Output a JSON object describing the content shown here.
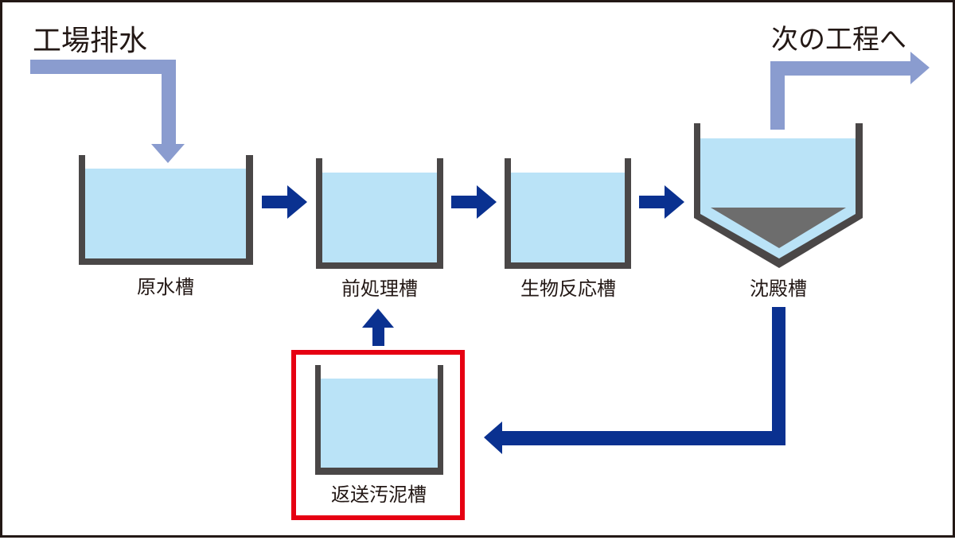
{
  "title": "排水処理フロー",
  "colors": {
    "inflow_outflow_arrow": "#8a9ccf",
    "process_arrow": "#0a3190",
    "tank_wall": "#4a4747",
    "water": "#bae3f7",
    "sludge": "#6d6d6d",
    "highlight_box": "#e60012",
    "text": "#231815",
    "frame": "#231815"
  },
  "labels": {
    "inflow": "工場排水",
    "outflow": "次の工程へ"
  },
  "tanks": [
    {
      "id": "raw-water-tank",
      "label": "原水槽"
    },
    {
      "id": "pretreatment-tank",
      "label": "前処理槽"
    },
    {
      "id": "bioreactor-tank",
      "label": "生物反応槽"
    },
    {
      "id": "sedimentation-tank",
      "label": "沈殿槽"
    },
    {
      "id": "return-sludge-tank",
      "label": "返送汚泥槽",
      "highlighted": true
    }
  ],
  "flows": [
    {
      "from": "工場排水",
      "to": "原水槽",
      "style": "light"
    },
    {
      "from": "原水槽",
      "to": "前処理槽",
      "style": "dark"
    },
    {
      "from": "前処理槽",
      "to": "生物反応槽",
      "style": "dark"
    },
    {
      "from": "生物反応槽",
      "to": "沈殿槽",
      "style": "dark"
    },
    {
      "from": "沈殿槽",
      "to": "次の工程へ",
      "style": "light"
    },
    {
      "from": "沈殿槽",
      "to": "返送汚泥槽",
      "style": "dark"
    },
    {
      "from": "返送汚泥槽",
      "to": "前処理槽",
      "style": "dark"
    }
  ]
}
